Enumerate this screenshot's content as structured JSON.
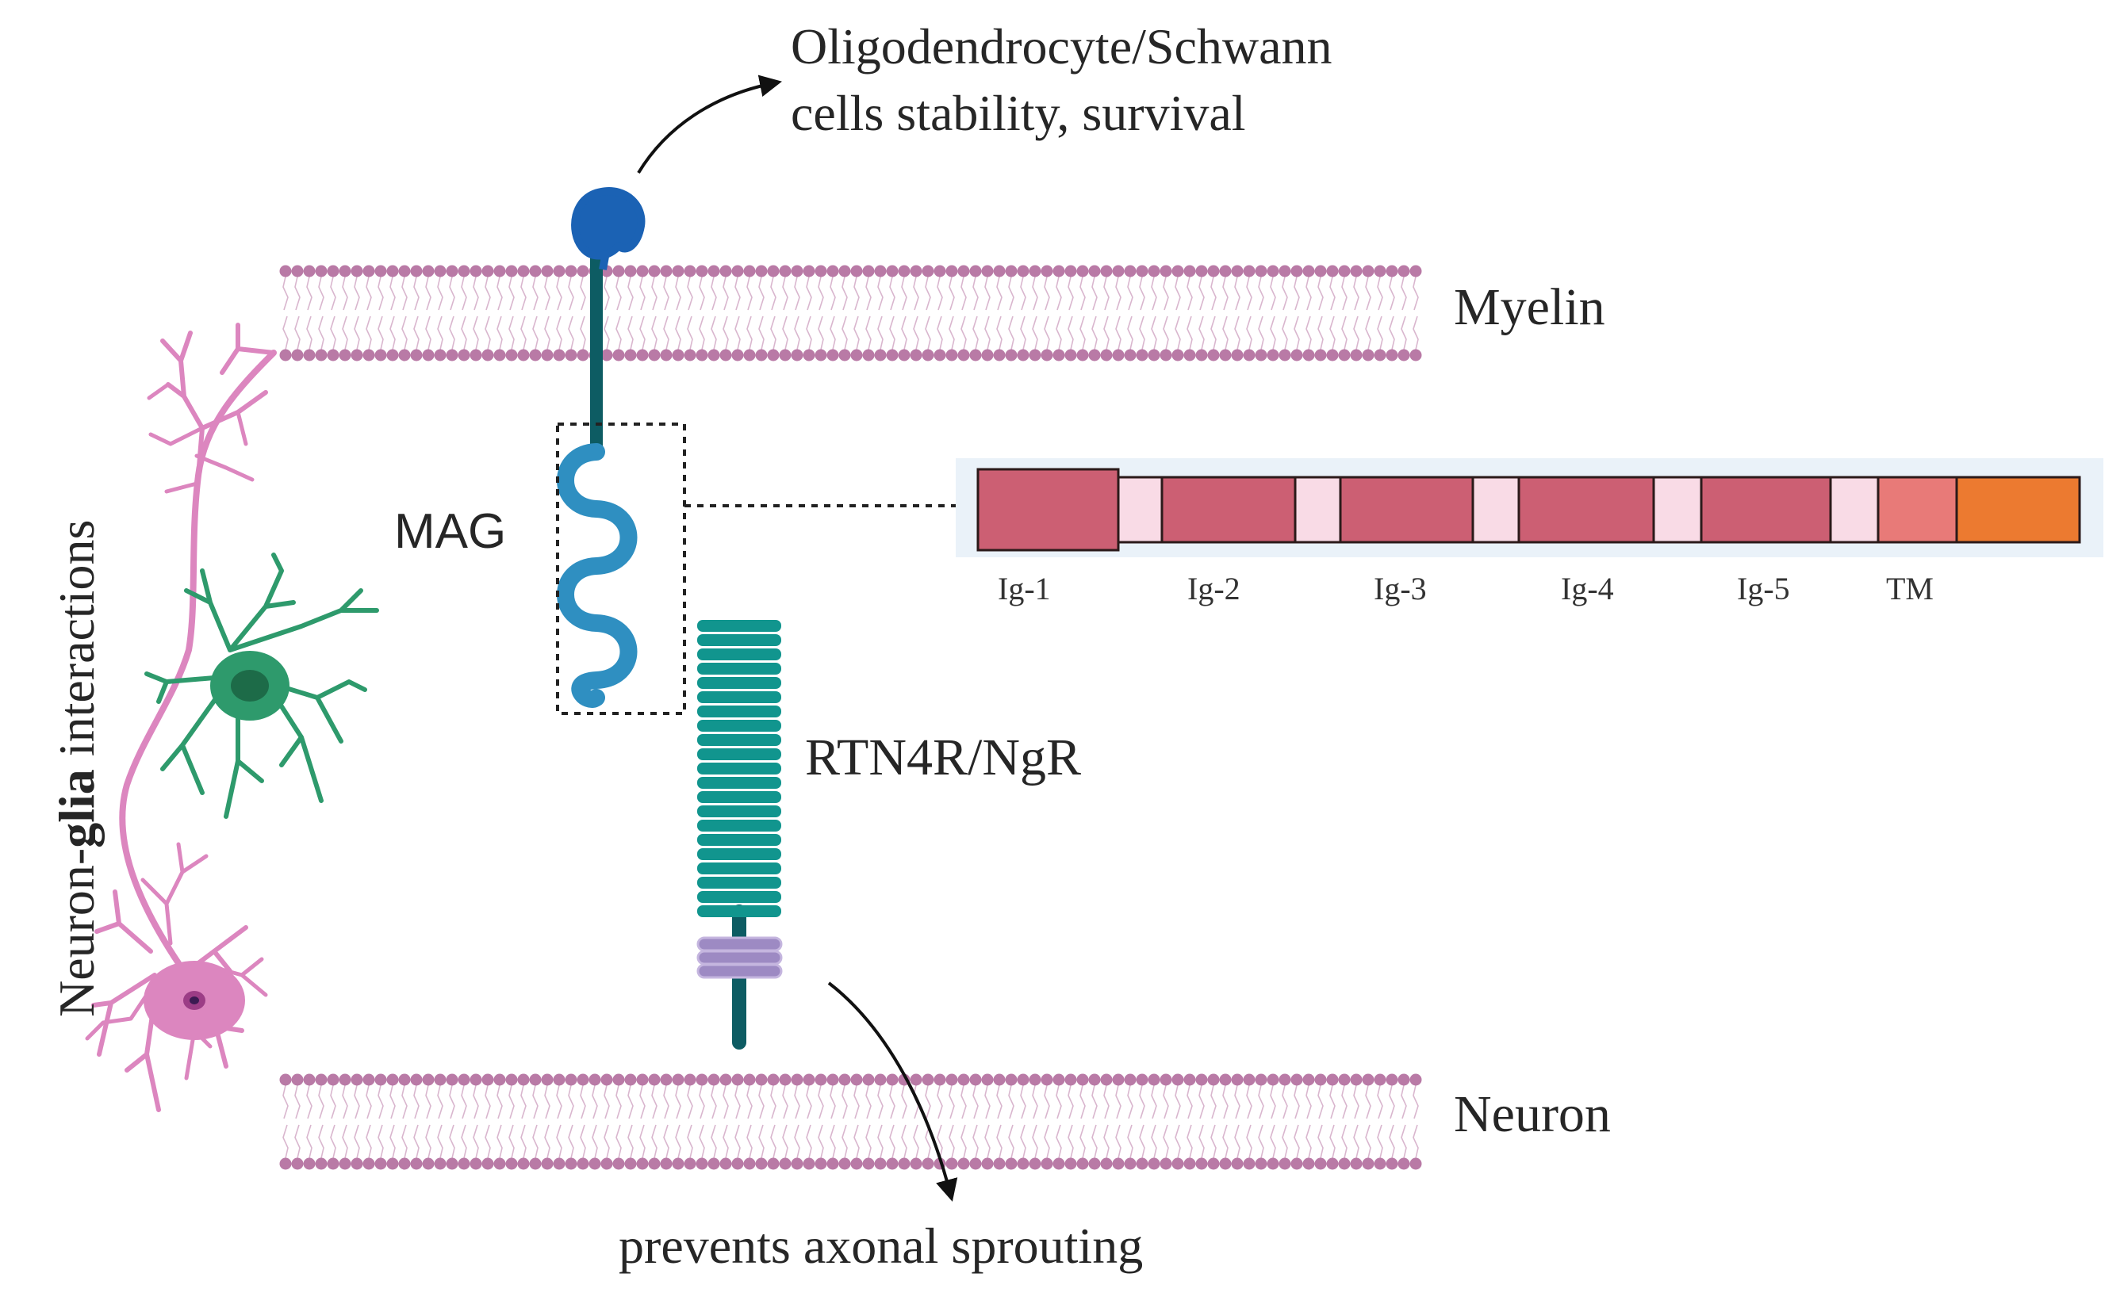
{
  "side_label": {
    "prefix": "Neuron-",
    "emph": "glia",
    "suffix": " interactions"
  },
  "outcome_top": {
    "line1": "Oligodendrocyte/Schwann",
    "line2": "cells stability, survival"
  },
  "membranes": {
    "top": "Myelin",
    "bottom": "Neuron"
  },
  "proteins": {
    "mag": "MAG",
    "receptor": "RTN4R/NgR"
  },
  "outcome_bottom": "prevents axonal sprouting",
  "domain_bar": {
    "labels": [
      "Ig-1",
      "Ig-2",
      "Ig-3",
      "Ig-4",
      "Ig-5",
      "TM"
    ],
    "colors": {
      "ig": "#cc5f73",
      "linker": "#f9dbe6",
      "tm": "#e87a78",
      "cyto": "#ec7a30",
      "panel": "#eaf2f9"
    }
  },
  "colors": {
    "membrane": "#b97aa6",
    "mag": "#2f8fc1",
    "mag_head": "#1b62b4",
    "receptor": "#11958e",
    "stalk": "#0d5c63",
    "anchor": "#9d8ac3",
    "neuron": "#dc86bf",
    "glia": "#2e9a6c",
    "text": "#262626"
  }
}
